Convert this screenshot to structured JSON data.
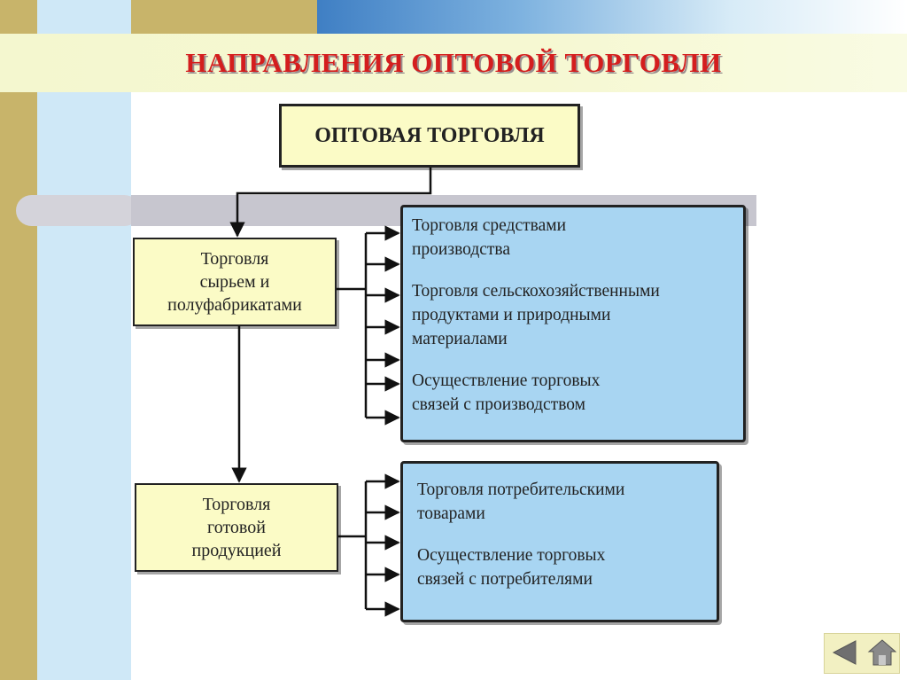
{
  "title": "НАПРАВЛЕНИЯ ОПТОВОЙ ТОРГОВЛИ",
  "root": {
    "label": "ОПТОВАЯ ТОРГОВЛЯ"
  },
  "branches": [
    {
      "label": "Торговля\nсырьем и\nполуфабрикатами",
      "items": [
        "Торговля средствами\nпроизводства",
        "Торговля сельскохозяйственными\nпродуктами и природными\nматериалами",
        "Осуществление торговых\nсвязей с производством"
      ]
    },
    {
      "label": "Торговля\nготовой\nпродукцией",
      "items": [
        "Торговля потребительскими\nтоварами",
        "Осуществление торговых\nсвязей с потребителями"
      ]
    }
  ],
  "navigation": {
    "back_icon": "triangle-left-icon",
    "home_icon": "house-icon"
  },
  "colors": {
    "title": "#d41e1e",
    "category_fill": "#fbfbc6",
    "detail_fill": "#a8d5f2",
    "line": "#111111"
  }
}
